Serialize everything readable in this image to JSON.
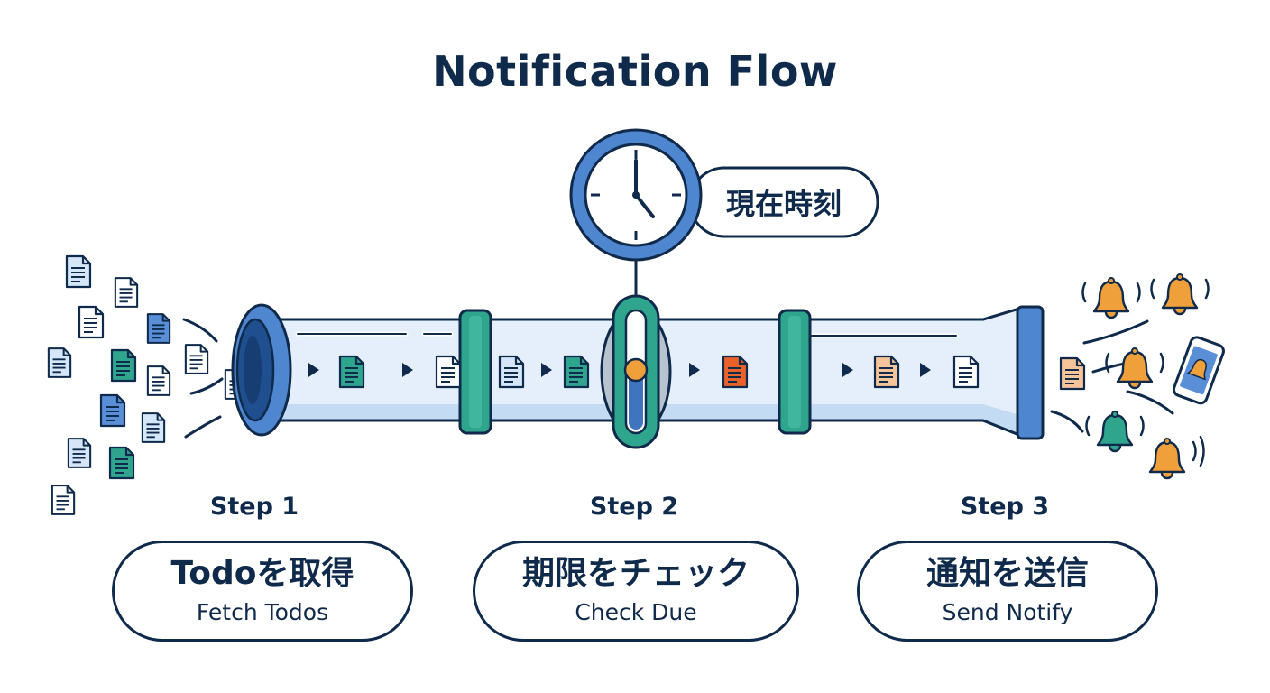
{
  "diagram": {
    "title": "Notification Flow",
    "clock_label": "現在時刻",
    "steps": [
      {
        "label": "Step 1",
        "main": "Todoを取得",
        "sub": "Fetch Todos"
      },
      {
        "label": "Step 2",
        "main": "期限をチェック",
        "sub": "Check Due"
      },
      {
        "label": "Step 3",
        "main": "通知を送信",
        "sub": "Send Notify"
      }
    ]
  },
  "colors": {
    "navy": "#0f2a4a",
    "pipe_blue": "#3f7fcf",
    "pipe_fill": "#e4effb",
    "teal": "#2fa58e",
    "orange": "#f0a03a",
    "red_orange": "#e8622a",
    "peach": "#f5c49a"
  },
  "icons": [
    "document-icon",
    "clock-icon",
    "bell-icon",
    "smartphone-icon",
    "arrow-icon"
  ]
}
